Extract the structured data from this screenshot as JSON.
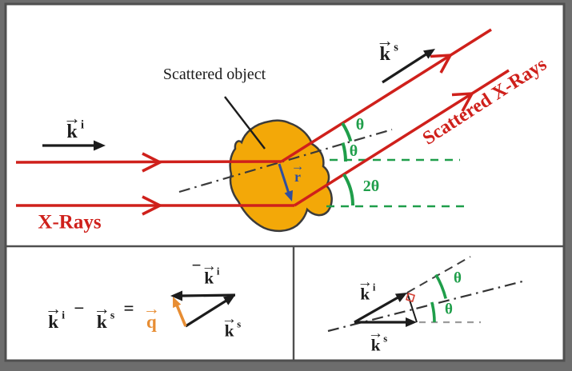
{
  "notation": {
    "vector_arrow": "→"
  },
  "colors": {
    "ray_red": "#cf201b",
    "angle_green": "#1f9e4a",
    "object_orange": "#f3a808",
    "r_blue": "#2f4f9e",
    "q_orange": "#e78d33",
    "line_black": "#1c1c1c",
    "frame_gray": "#6d6d6d",
    "border_dark": "#4f4f4f",
    "dash_gray": "#9b9b9b"
  },
  "top_panel": {
    "scattered_object": "Scattered object",
    "xrays": "X-Rays",
    "scattered_xrays": "Scattered X-Rays",
    "ki": {
      "base": "k",
      "sub": "i"
    },
    "ks": {
      "base": "k",
      "sub": "s"
    },
    "r": {
      "base": "r"
    },
    "theta_above": "θ",
    "theta_below": "θ",
    "two_theta": "2θ"
  },
  "bottom_left": {
    "equation": {
      "k1": "k",
      "s1": "i",
      "minus": "−",
      "k2": "k",
      "s2": "s",
      "equals": "=",
      "q": "q"
    },
    "neg_ki": {
      "minus": "−",
      "base": "k",
      "sub": "i"
    },
    "ks": {
      "base": "k",
      "sub": "s"
    }
  },
  "bottom_right": {
    "ki": {
      "base": "k",
      "sub": "i"
    },
    "ks": {
      "base": "k",
      "sub": "s"
    },
    "theta_upper": "θ",
    "theta_lower": "θ"
  }
}
